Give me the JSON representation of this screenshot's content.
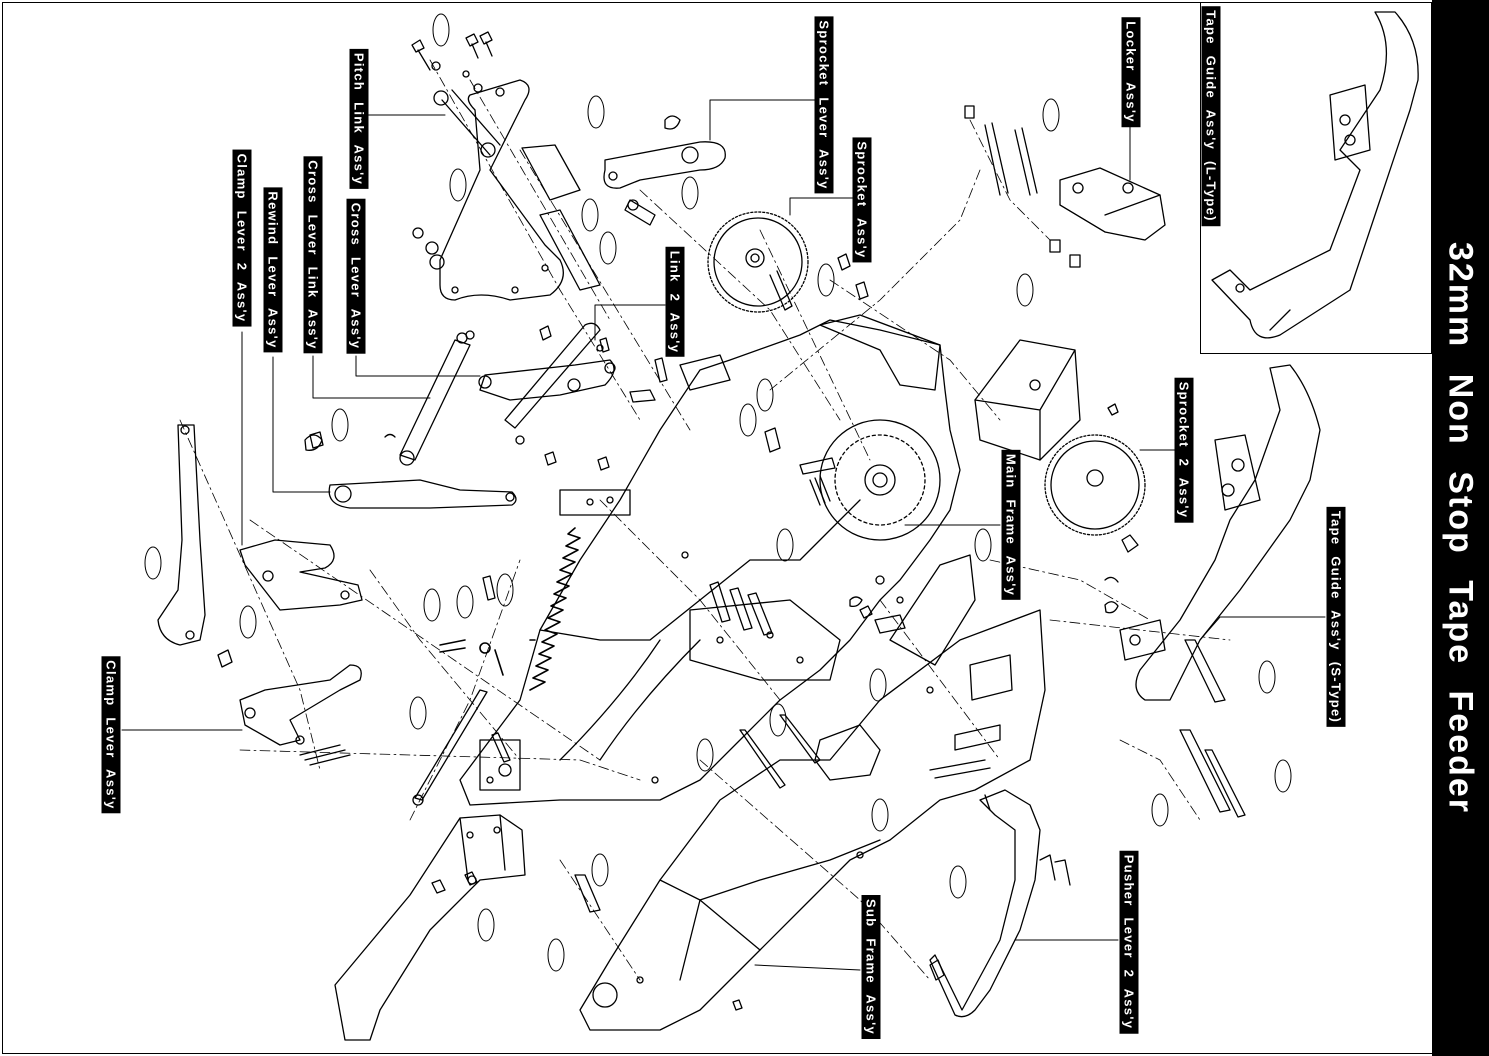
{
  "title": "32mm Non Stop Tape Feeder",
  "labels": {
    "pitch_link": "Pitch Link Ass'y",
    "cross_lever_link": "Cross Lever Link Ass'y",
    "cross_lever": "Cross Lever Ass'y",
    "clamp_lever_2": "Clamp Lever 2 Ass'y",
    "rewind_lever": "Rewind Lever Ass'y",
    "sprocket_lever": "Sprocket Lever Ass'y",
    "sprocket": "Sprocket Ass'y",
    "link_2": "Link 2 Ass'y",
    "locker": "Locker Ass'y",
    "tape_guide_l": "Tape Guide Ass'y (L-Type)",
    "tape_guide_s": "Tape Guide Ass'y (S-Type)",
    "sprocket_2": "Sprocket 2 Ass'y",
    "main_frame": "Main Frame Ass'y",
    "clamp_lever": "Clamp Lever Ass'y",
    "sub_frame": "Sub Frame Ass'y",
    "pusher_lever_2": "Pusher Lever 2 Ass'y"
  },
  "colors": {
    "ink": "#000000",
    "paper": "#ffffff"
  }
}
